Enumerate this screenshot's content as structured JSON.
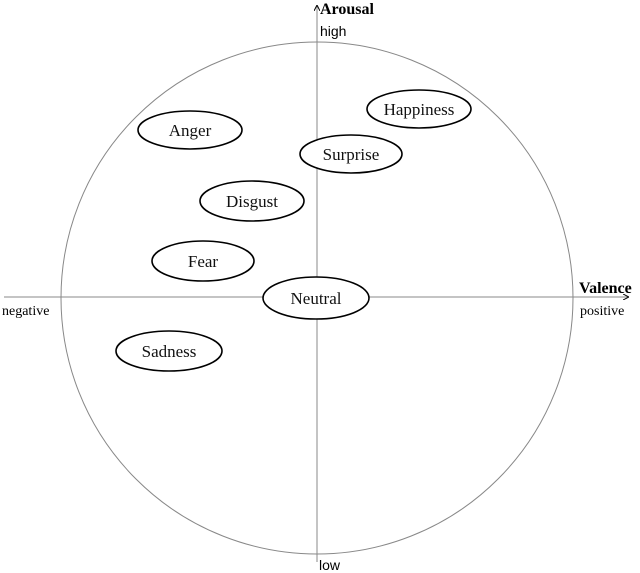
{
  "axes": {
    "vertical_title": "Arousal",
    "horizontal_title": "Valence",
    "top_label": "high",
    "bottom_label": "low",
    "left_label": "negative",
    "right_label": "positive"
  },
  "emotions": [
    {
      "id": "happiness",
      "label": "Happiness"
    },
    {
      "id": "anger",
      "label": "Anger"
    },
    {
      "id": "surprise",
      "label": "Surprise"
    },
    {
      "id": "disgust",
      "label": "Disgust"
    },
    {
      "id": "fear",
      "label": "Fear"
    },
    {
      "id": "neutral",
      "label": "Neutral"
    },
    {
      "id": "sadness",
      "label": "Sadness"
    }
  ]
}
